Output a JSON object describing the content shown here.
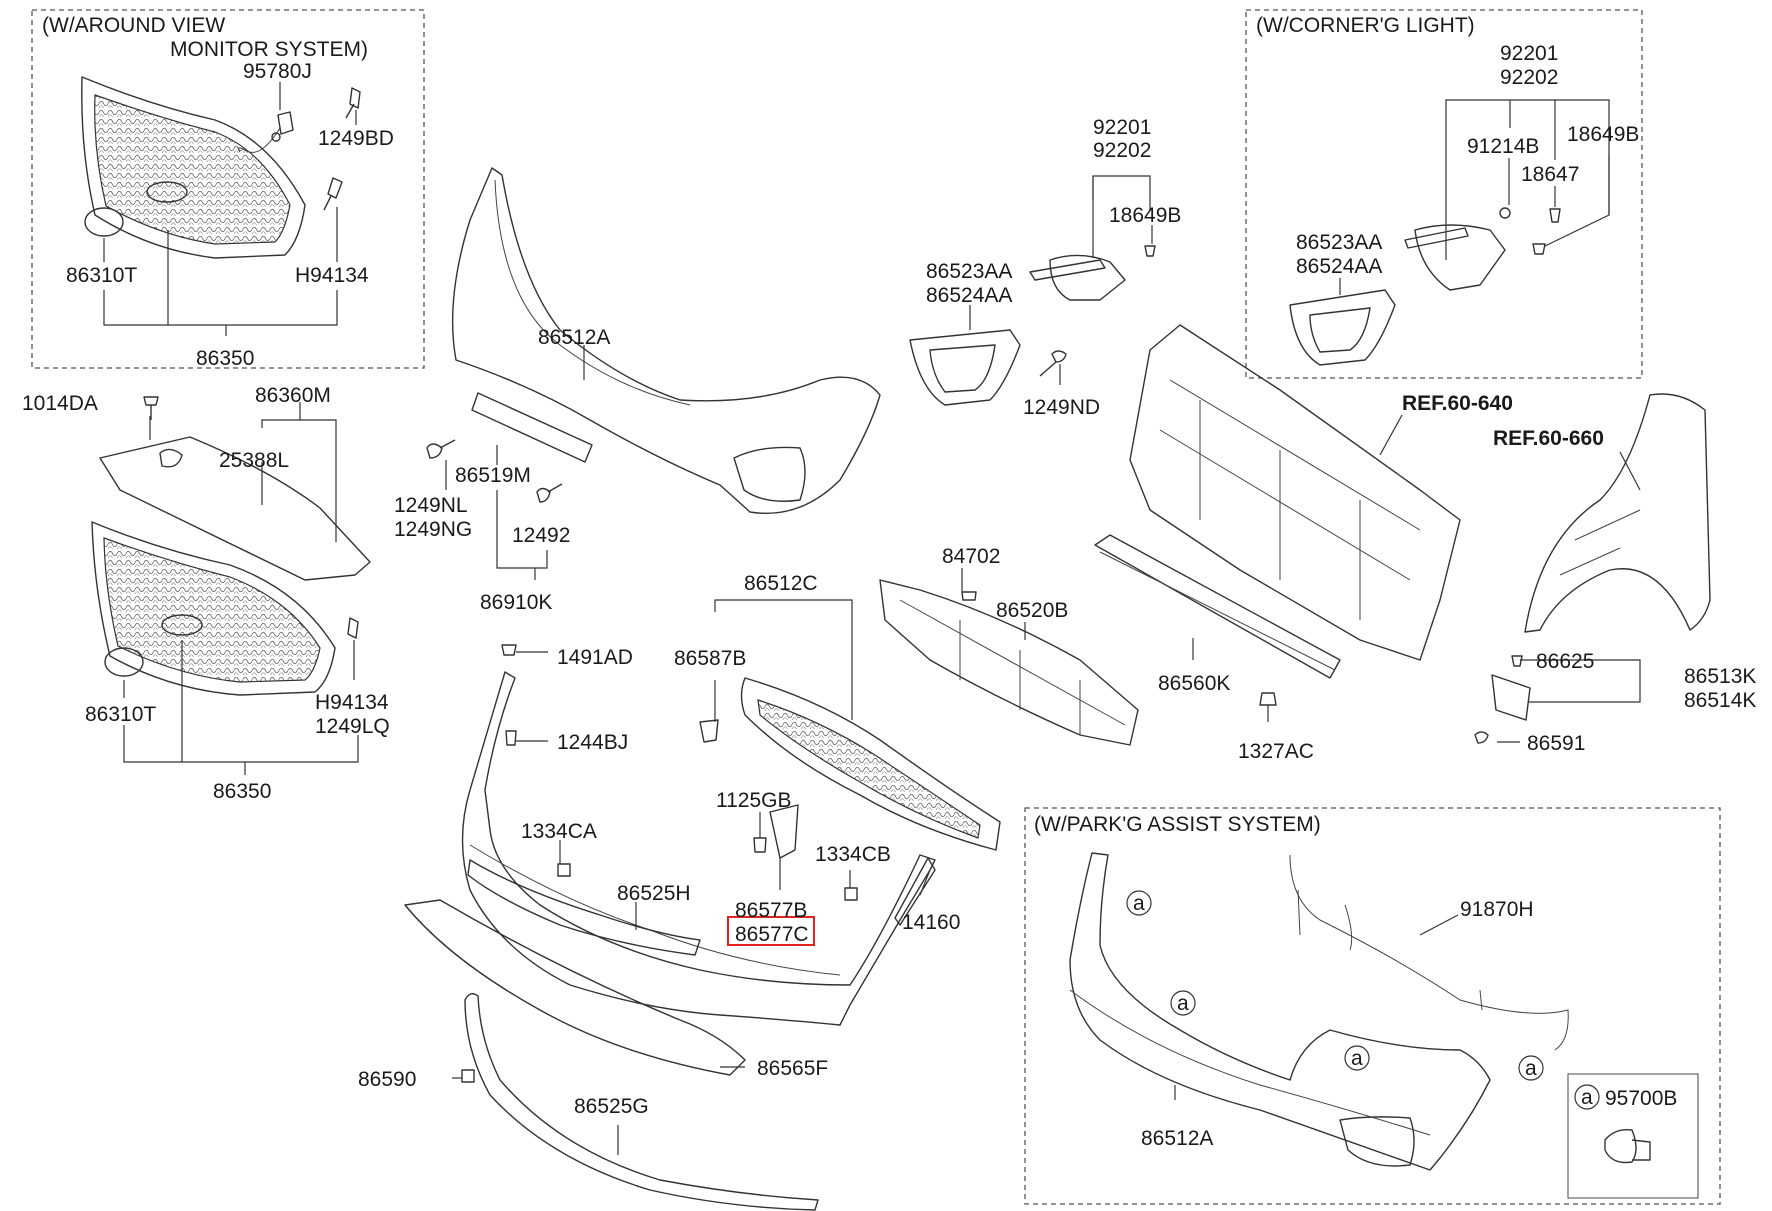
{
  "groups": {
    "around_view": {
      "title_line1": "(W/AROUND VIEW",
      "title_line2": "MONITOR SYSTEM)"
    },
    "cornering_light": {
      "title": "(W/CORNER'G LIGHT)"
    },
    "park_assist": {
      "title": "(W/PARK'G ASSIST SYSTEM)"
    }
  },
  "refs": {
    "ref1": "REF.60-640",
    "ref2": "REF.60-660"
  },
  "callout_marker": "a",
  "highlight_color": "#e0231f",
  "labels": {
    "p95780J": "95780J",
    "p1249BD": "1249BD",
    "p86310T_a": "86310T",
    "pH94134_a": "H94134",
    "p86350_a": "86350",
    "p1014DA": "1014DA",
    "p86360M": "86360M",
    "p25388L": "25388L",
    "p86310T_b": "86310T",
    "pH94134_b": "H94134",
    "p1249LQ": "1249LQ",
    "p86350_b": "86350",
    "p86512A_a": "86512A",
    "p86519M": "86519M",
    "p1249NL": "1249NL",
    "p1249NG": "1249NG",
    "p12492": "12492",
    "p86910K": "86910K",
    "p92201_a": "92201",
    "p92202_a": "92202",
    "p18649B_a": "18649B",
    "p86523AA_a": "86523AA",
    "p86524AA_a": "86524AA",
    "p1249ND": "1249ND",
    "p92201_b": "92201",
    "p92202_b": "92202",
    "p91214B": "91214B",
    "p18649B_b": "18649B",
    "p18647": "18647",
    "p86523AA_b": "86523AA",
    "p86524AA_b": "86524AA",
    "p86512C": "86512C",
    "p86587B": "86587B",
    "p84702": "84702",
    "p86520B": "86520B",
    "p86560K": "86560K",
    "p1327AC": "1327AC",
    "p86625": "86625",
    "p86513K": "86513K",
    "p86514K": "86514K",
    "p86591": "86591",
    "p1491AD": "1491AD",
    "p1244BJ": "1244BJ",
    "p1125GB": "1125GB",
    "p1334CA": "1334CA",
    "p1334CB": "1334CB",
    "p86525H": "86525H",
    "p86577B": "86577B",
    "p86577C": "86577C",
    "p14160": "14160",
    "p86565F": "86565F",
    "p86590": "86590",
    "p86525G": "86525G",
    "p91870H": "91870H",
    "p86512A_b": "86512A",
    "p95700B": "95700B"
  }
}
